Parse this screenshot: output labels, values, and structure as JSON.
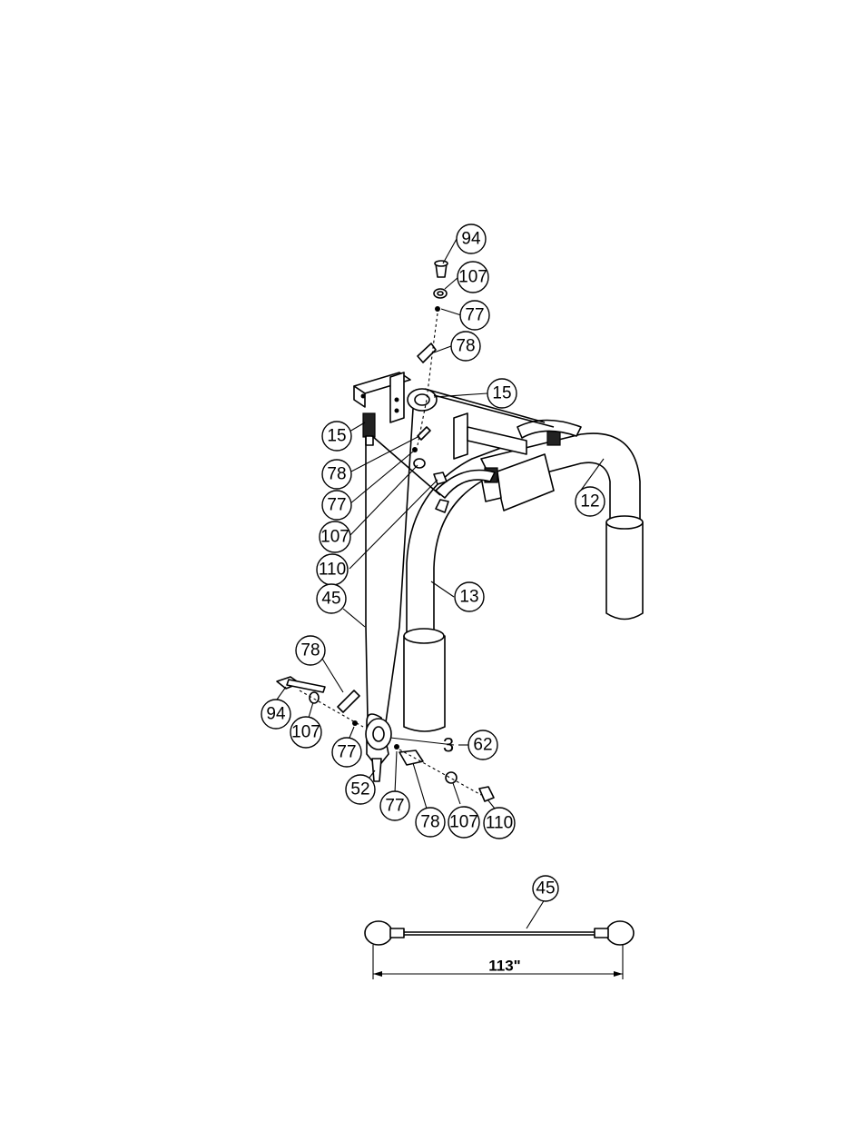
{
  "callouts": {
    "c94_top": "94",
    "c107_top": "107",
    "c77_top": "77",
    "c78_top": "78",
    "c15_right": "15",
    "c15_left": "15",
    "c78_left": "78",
    "c77_left": "77",
    "c107_left": "107",
    "c110_left": "110",
    "c12": "12",
    "c13": "13",
    "c45_main": "45",
    "c78_low": "78",
    "c94_low": "94",
    "c107_low": "107",
    "c77_low": "77",
    "c3": "3",
    "c62": "62",
    "c52": "52",
    "c77_bottom": "77",
    "c78_bottom": "78",
    "c107_bottom": "107",
    "c110_bottom": "110",
    "c45_cable": "45"
  },
  "cable_dimension": "113\""
}
